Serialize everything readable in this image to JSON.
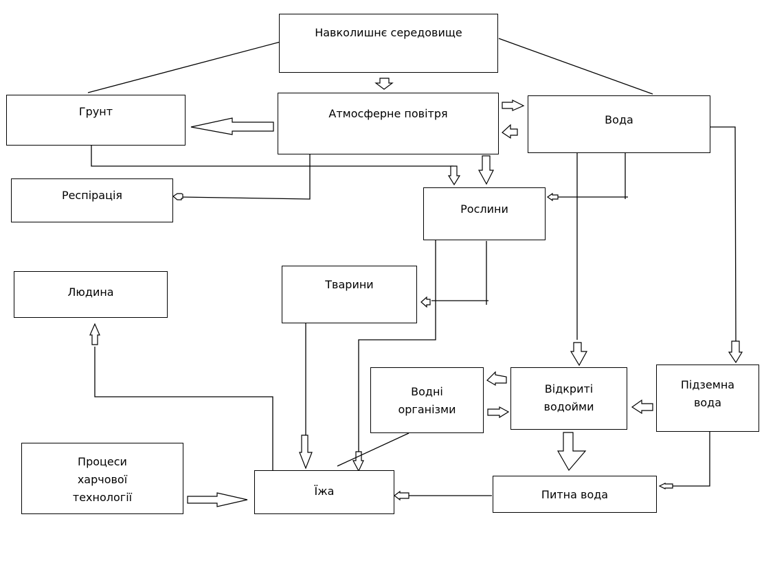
{
  "diagram": {
    "nodes": {
      "environment": {
        "label": "Навколишнє середовище"
      },
      "soil": {
        "label": "Грунт"
      },
      "air": {
        "label": "Атмосферне повітря"
      },
      "water": {
        "label": "Вода"
      },
      "respiration": {
        "label": "Респірація"
      },
      "plants": {
        "label": "Рослини"
      },
      "human": {
        "label": "Людина"
      },
      "animals": {
        "label": "Тварини"
      },
      "aquatic_organisms": {
        "label": "Водні\nорганізми"
      },
      "open_reservoirs": {
        "label": "Відкриті\nводойми"
      },
      "groundwater": {
        "label": "Підземна\nвода"
      },
      "food_tech": {
        "label": "Процеси\nхарчової\nтехнології"
      },
      "food": {
        "label": "Їжа"
      },
      "drinking_water": {
        "label": "Питна вода"
      }
    },
    "edges": [
      {
        "from": "environment",
        "to": "soil",
        "type": "line"
      },
      {
        "from": "environment",
        "to": "water",
        "type": "line"
      },
      {
        "from": "environment",
        "to": "air",
        "type": "arrow"
      },
      {
        "from": "air",
        "to": "soil",
        "type": "arrow"
      },
      {
        "from": "air",
        "to": "water",
        "type": "arrow"
      },
      {
        "from": "water",
        "to": "air",
        "type": "arrow"
      },
      {
        "from": "air",
        "to": "respiration",
        "type": "arrow"
      },
      {
        "from": "air",
        "to": "plants",
        "type": "arrow"
      },
      {
        "from": "soil",
        "to": "plants",
        "type": "arrow"
      },
      {
        "from": "water",
        "to": "plants",
        "type": "arrow"
      },
      {
        "from": "water",
        "to": "open_reservoirs",
        "type": "arrow"
      },
      {
        "from": "water",
        "to": "groundwater",
        "type": "arrow"
      },
      {
        "from": "plants",
        "to": "animals",
        "type": "arrow"
      },
      {
        "from": "plants",
        "to": "food",
        "type": "arrow"
      },
      {
        "from": "animals",
        "to": "food",
        "type": "arrow"
      },
      {
        "from": "open_reservoirs",
        "to": "aquatic_organisms",
        "type": "arrow"
      },
      {
        "from": "aquatic_organisms",
        "to": "open_reservoirs",
        "type": "arrow"
      },
      {
        "from": "groundwater",
        "to": "open_reservoirs",
        "type": "arrow"
      },
      {
        "from": "open_reservoirs",
        "to": "drinking_water",
        "type": "arrow"
      },
      {
        "from": "groundwater",
        "to": "drinking_water",
        "type": "arrow"
      },
      {
        "from": "drinking_water",
        "to": "food",
        "type": "arrow"
      },
      {
        "from": "aquatic_organisms",
        "to": "food",
        "type": "line"
      },
      {
        "from": "food_tech",
        "to": "food",
        "type": "arrow"
      },
      {
        "from": "food",
        "to": "human",
        "type": "arrow"
      }
    ]
  }
}
